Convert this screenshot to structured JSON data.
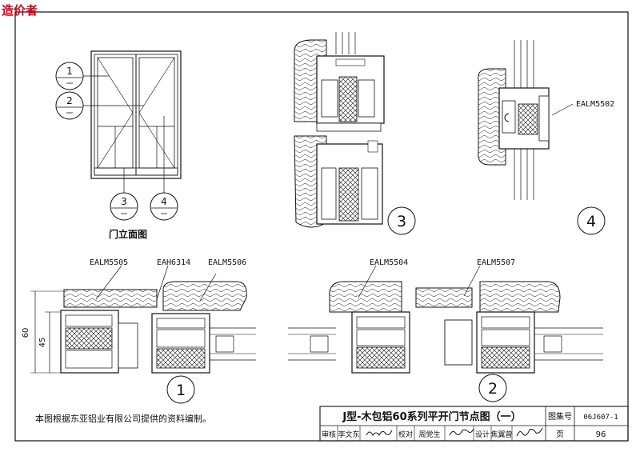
{
  "watermark": "造价者",
  "views": {
    "elevation_title": "门立面图",
    "elevation_callouts": [
      "1",
      "2",
      "3",
      "4"
    ],
    "detail_numbers": [
      "1",
      "2",
      "3",
      "4"
    ]
  },
  "profiles": {
    "p5502": "EALM5502",
    "p5505": "EALM5505",
    "p6314": "EAH6314",
    "p5506": "EALM5506",
    "p5504": "EALM5504",
    "p5507": "EALM5507"
  },
  "dimensions": {
    "d60": "60",
    "d45": "45"
  },
  "note": "本图根据东亚铝业有限公司提供的资料编制。",
  "title_block": {
    "title": "J型-木包铝60系列平开门节点图（一）",
    "atlas_label": "图集号",
    "atlas_no": "06J607-1",
    "page_label": "页",
    "page_no": "96",
    "review_label": "审核",
    "reviewer": "李文东",
    "check_label": "校对",
    "checker": "周党生",
    "design_label": "设计",
    "designer": "焦翼曾"
  },
  "colors": {
    "line": "#111111",
    "watermark": "#d0021b"
  }
}
